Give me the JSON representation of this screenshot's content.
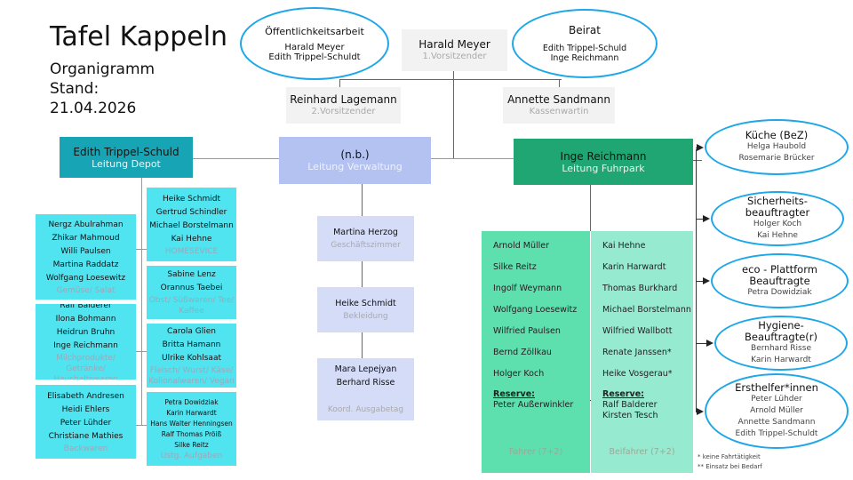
{
  "title": "Tafel Kappeln",
  "subtitle": "Organigramm",
  "stand_label": "Stand:",
  "date": "21.04.2026",
  "colors": {
    "depot": "#17a5b5",
    "verwaltung": "#b4c2f2",
    "fuhrpark": "#20a673",
    "cyan": "#50e3f0",
    "ellipse_border": "#1ea7e8"
  },
  "oeffentlichkeit": {
    "title": "Öffentlichkeitsarbeit",
    "names": [
      "Harald Meyer",
      "Edith Trippel-Schuldt"
    ]
  },
  "beirat": {
    "title": "Beirat",
    "names": [
      "Edith Trippel-Schuld",
      "Inge Reichmann"
    ]
  },
  "chair": {
    "name": "Harald Meyer",
    "role": "1.Vorsitzender"
  },
  "vice": {
    "name": "Reinhard Lagemann",
    "role": "2.Vorsitzender"
  },
  "treasurer": {
    "name": "Annette Sandmann",
    "role": "Kassenwartin"
  },
  "depot": {
    "name": "Edith Trippel-Schuld",
    "role": "Leitung Depot",
    "teams": [
      {
        "names": [
          "Nergz Abulrahman",
          "Zhikar Mahmoud",
          "Willi Paulsen",
          "Martina Raddatz",
          "Wolfgang Loesewitz"
        ],
        "label": "Gemüse/ Salat"
      },
      {
        "names": [
          "Ralf Balderer",
          "Ilona Bohmann",
          "Heidrun Bruhn",
          "Inge Reichmann"
        ],
        "label": "Milchprodukte/ Getränke/ Haushaltswaren"
      },
      {
        "names": [
          "Elisabeth Andresen",
          "Heidi Ehlers",
          "Peter Lühder",
          "Christiane Mathies"
        ],
        "label": "Backwaren"
      },
      {
        "names": [
          "Heike Schmidt",
          "Gertrud Schindler",
          "Michael Borstelmann",
          "Kai Hehne"
        ],
        "label": "HOMESEVICE"
      },
      {
        "names": [
          "Sabine Lenz",
          "Orannus Taebei"
        ],
        "label": "Obst/ Süßwaren/ Tee/ Kaffee"
      },
      {
        "names": [
          "Carola Glien",
          "Britta Hamann",
          "Ulrike Kohlsaat"
        ],
        "label": "Fleisch/ Wurst/ Käse/ Kolionalwaren/ Vegan"
      },
      {
        "names": [
          "Petra Dowidziak",
          "Karin Harwardt",
          "Hans Walter Henningsen",
          "Ralf Thomas Pröiß",
          "Silke Reitz"
        ],
        "label": "Ustg. Aufgaben"
      }
    ]
  },
  "verwaltung": {
    "name": "(n.b.)",
    "role": "Leitung Verwaltung",
    "units": [
      {
        "names": [
          "Martina Herzog"
        ],
        "label": "Geschäftszimmer"
      },
      {
        "names": [
          "Heike Schmidt"
        ],
        "label": "Bekleidung"
      },
      {
        "names": [
          "Mara Lepejyan",
          "Berhard Risse"
        ],
        "label": "Koord. Ausgabetag"
      }
    ]
  },
  "fuhrpark": {
    "name": "Inge Reichmann",
    "role": "Leitung Fuhrpark",
    "fahrer": {
      "names": [
        "Arnold Müller",
        "Silke Reitz",
        "Ingolf Weymann",
        "Wolfgang Loesewitz",
        "Wilfried Paulsen",
        "Bernd Zöllkau",
        "Holger Koch"
      ],
      "reserve_label": "Reserve:",
      "reserve": [
        "Peter Außerwinkler"
      ],
      "footer": "Fahrer (7+2)"
    },
    "beifahrer": {
      "names": [
        "Kai Hehne",
        "Karin Harwardt",
        "Thomas Burkhard",
        "Michael Borstelmann",
        "Wilfried Wallbott",
        "Renate Janssen*",
        "Heike Vosgerau*"
      ],
      "reserve_label": "Reserve:",
      "reserve": [
        "Ralf Balderer",
        "Kirsten Tesch"
      ],
      "footer": "Beifahrer (7+2)"
    }
  },
  "roles": [
    {
      "title": "Küche (BeZ)",
      "names": [
        "Helga Haubold",
        "Rosemarie Brücker"
      ]
    },
    {
      "title": "Sicherheits-beauftragter",
      "names": [
        "Holger Koch",
        "Kai Hehne"
      ]
    },
    {
      "title": "eco - Plattform Beauftragte",
      "names": [
        "Petra Dowidziak"
      ]
    },
    {
      "title": "Hygiene-Beauftragte(r)",
      "names": [
        "Bernhard Risse",
        "Karin Harwardt"
      ]
    },
    {
      "title": "Ersthelfer*innen",
      "names": [
        "Peter Lühder",
        "Arnold Müller",
        "Annette Sandmann",
        "Edith Trippel-Schuldt"
      ]
    }
  ],
  "footnotes": [
    "*  keine Fahrtätigkeit",
    "** Einsatz bei Bedarf"
  ]
}
